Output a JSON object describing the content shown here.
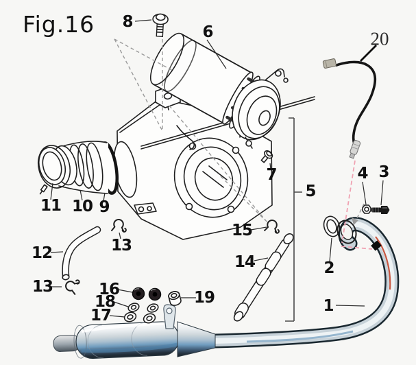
{
  "figure": {
    "title": "Fig.16"
  },
  "callouts": [
    {
      "part": "8"
    },
    {
      "part": "6"
    },
    {
      "part": "20"
    },
    {
      "part": "7"
    },
    {
      "part": "5"
    },
    {
      "part": "11"
    },
    {
      "part": "10"
    },
    {
      "part": "9"
    },
    {
      "part": "13"
    },
    {
      "part": "12"
    },
    {
      "part": "13"
    },
    {
      "part": "15"
    },
    {
      "part": "14"
    },
    {
      "part": "16"
    },
    {
      "part": "18"
    },
    {
      "part": "17"
    },
    {
      "part": "19"
    },
    {
      "part": "2"
    },
    {
      "part": "4"
    },
    {
      "part": "3"
    },
    {
      "part": "1"
    }
  ],
  "colors": {
    "background": "#f7f7f5",
    "ink": "#101010",
    "line": "#1f1f1f",
    "leader": "#2b2b2b",
    "dash_gray": "#9a9a9a",
    "dash_pink": "#f0a2b2",
    "chrome_blue": "#4f83ad",
    "chrome_red": "#c03a20",
    "cable": "#161616"
  }
}
